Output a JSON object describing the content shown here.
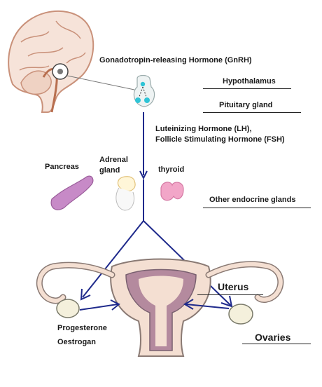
{
  "labels": {
    "gnrh": "Gonadotropin-releasing Hormone (GnRH)",
    "hypothalamus": "Hypothalamus",
    "pituitary": "Pituitary gland",
    "lh": "Luteinizing Hormone (LH),",
    "fsh": "Follicle Stimulating Hormone (FSH)",
    "pancreas": "Pancreas",
    "adrenal_1": "Adrenal",
    "adrenal_2": "gland",
    "thyroid": "thyroid",
    "other_glands": "Other endocrine glands",
    "uterus": "Uterus",
    "progesterone": "Progesterone",
    "oestrogan": "Oestrogan",
    "ovaries": "Ovaries"
  },
  "colors": {
    "arrow": "#1f2a8c",
    "brain_outline": "#c9917a",
    "brain_fill": "#f6e3d9",
    "gland_cyan": "#2fc4d6",
    "pancreas": "#c78ac7",
    "thyroid": "#f2a6c8",
    "uterus_fill": "#f4dfd2",
    "uterus_inner": "#b48a9e"
  }
}
